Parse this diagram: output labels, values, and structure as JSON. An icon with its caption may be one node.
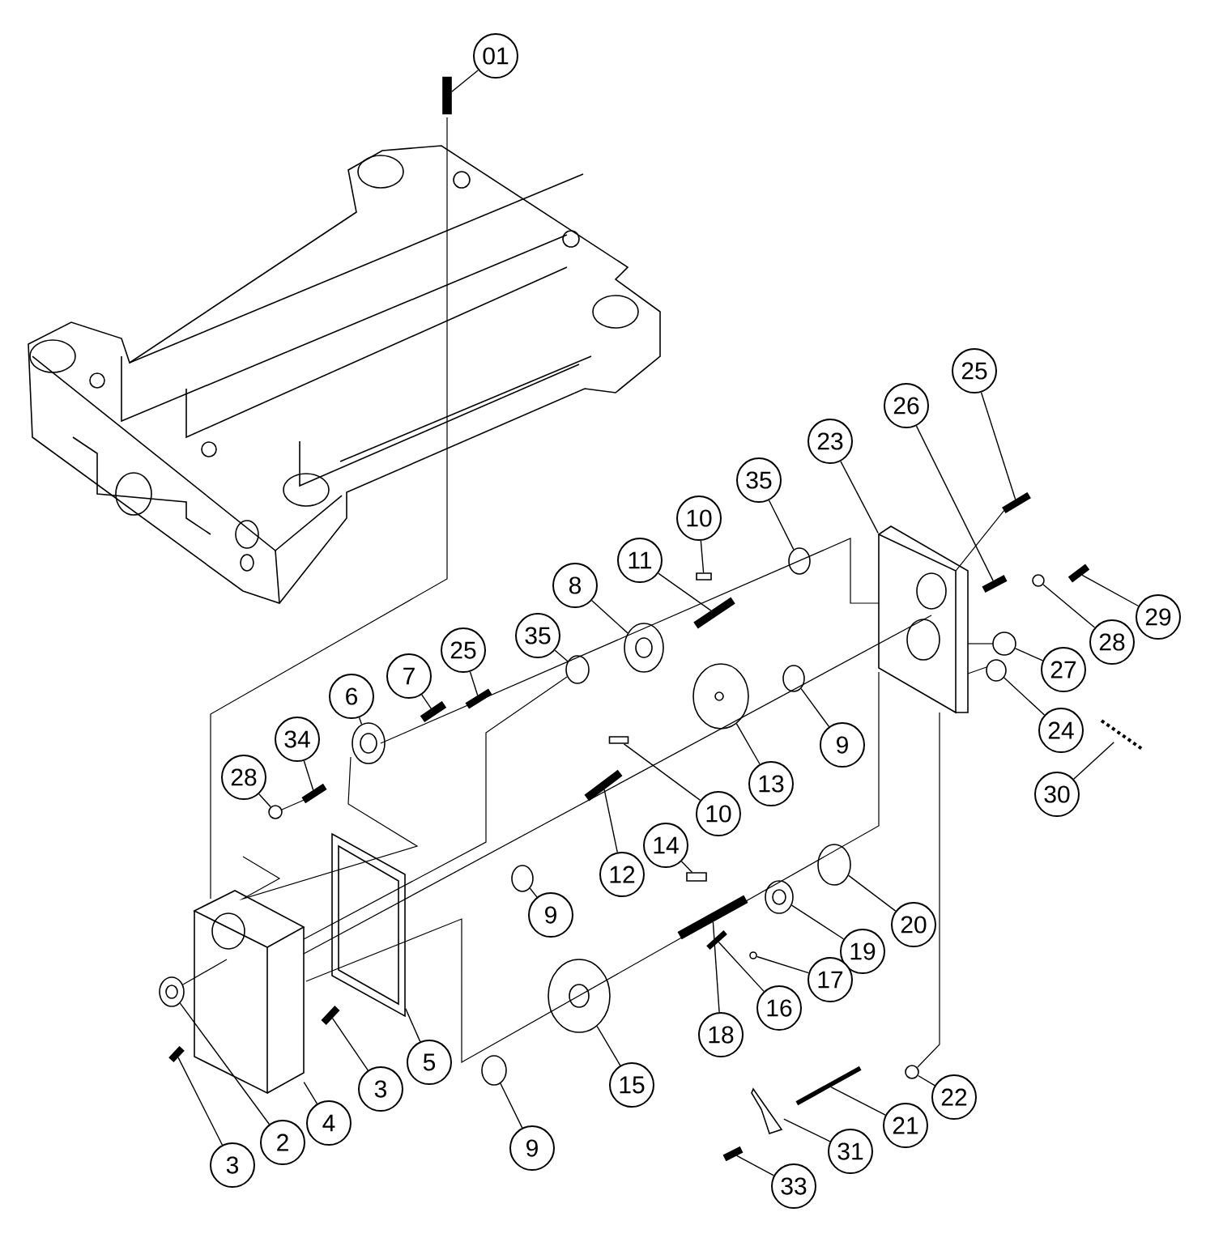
{
  "diagram": {
    "nodes": [
      {
        "text": [
          "01"
        ]
      },
      {
        "text": [
          "25"
        ]
      },
      {
        "text": [
          "26"
        ]
      },
      {
        "text": [
          "23"
        ]
      },
      {
        "text": [
          "35"
        ]
      },
      {
        "text": [
          "10"
        ]
      },
      {
        "text": [
          "11"
        ]
      },
      {
        "text": [
          "8"
        ]
      },
      {
        "text": [
          "29"
        ]
      },
      {
        "text": [
          "28"
        ]
      },
      {
        "text": [
          "35"
        ]
      },
      {
        "text": [
          "25"
        ]
      },
      {
        "text": [
          "27"
        ]
      },
      {
        "text": [
          "7"
        ]
      },
      {
        "text": [
          "6"
        ]
      },
      {
        "text": [
          "24"
        ]
      },
      {
        "text": [
          "34"
        ]
      },
      {
        "text": [
          "9"
        ]
      },
      {
        "text": [
          "28"
        ]
      },
      {
        "text": [
          "13"
        ]
      },
      {
        "text": [
          "30"
        ]
      },
      {
        "text": [
          "10"
        ]
      },
      {
        "text": [
          "14"
        ]
      },
      {
        "text": [
          "12"
        ]
      },
      {
        "text": [
          "9"
        ]
      },
      {
        "text": [
          "20"
        ]
      },
      {
        "text": [
          "19"
        ]
      },
      {
        "text": [
          "17"
        ]
      },
      {
        "text": [
          "16"
        ]
      },
      {
        "text": [
          "18"
        ]
      },
      {
        "text": [
          "5"
        ]
      },
      {
        "text": [
          "15"
        ]
      },
      {
        "text": [
          "3"
        ]
      },
      {
        "text": [
          "22"
        ]
      },
      {
        "text": [
          "4"
        ]
      },
      {
        "text": [
          "21"
        ]
      },
      {
        "text": [
          "2"
        ]
      },
      {
        "text": [
          "9"
        ]
      },
      {
        "text": [
          "31"
        ]
      },
      {
        "text": [
          "3"
        ]
      },
      {
        "text": [
          "33"
        ]
      },
      {
        "text": [],
        "shape": "bar"
      },
      {
        "text": [],
        "shape": "bar"
      },
      {
        "text": [],
        "shape": "bar"
      },
      {
        "text": [],
        "shape": "picture"
      },
      {
        "text": [],
        "shape": "circle"
      },
      {
        "text": [],
        "shape": "box"
      },
      {
        "text": [],
        "shape": "bar"
      },
      {
        "text": [],
        "shape": "circle"
      },
      {
        "text": [],
        "shape": "bar"
      },
      {
        "text": [],
        "shape": "circle"
      },
      {
        "text": [],
        "shape": "circle"
      },
      {
        "text": [],
        "shape": "bar"
      },
      {
        "text": [],
        "shape": "circle"
      },
      {
        "text": [],
        "shape": "bar"
      },
      {
        "text": [],
        "shape": "circle"
      },
      {
        "text": [],
        "shape": "circle"
      },
      {
        "text": [],
        "shape": "bar"
      },
      {
        "text": [],
        "shape": "circle"
      },
      {
        "text": [],
        "shape": "circle"
      },
      {
        "text": [],
        "shape": "circle"
      },
      {
        "text": [],
        "shape": "picture"
      },
      {
        "text": [],
        "shape": "box"
      },
      {
        "text": [],
        "shape": "box"
      },
      {
        "text": [],
        "shape": "bar"
      },
      {
        "text": [],
        "shape": "circle"
      },
      {
        "text": [],
        "shape": "circle"
      },
      {
        "text": [],
        "shape": "circle"
      },
      {
        "text": [],
        "shape": "circle"
      },
      {
        "text": [],
        "shape": "bar"
      },
      {
        "text": [],
        "shape": "bar"
      },
      {
        "text": [],
        "shape": "picture"
      },
      {
        "text": [],
        "shape": "circle"
      },
      {
        "text": [],
        "shape": "bar"
      },
      {
        "text": [],
        "shape": "circle"
      },
      {
        "text": [],
        "shape": "picture"
      },
      {
        "text": [],
        "shape": "bar"
      },
      {
        "text": [],
        "shape": "circle"
      },
      {
        "text": [],
        "shape": "circle"
      },
      {
        "text": [],
        "shape": "picture"
      },
      {
        "text": [],
        "shape": "bar"
      },
      {
        "text": [],
        "shape": "bar"
      }
    ],
    "edges": [
      {
        "from": 0,
        "to": 41,
        "arrow": "none"
      },
      {
        "from": 1,
        "to": 42,
        "arrow": "none"
      },
      {
        "from": 2,
        "to": 43,
        "arrow": "none"
      },
      {
        "from": 3,
        "to": 44,
        "arrow": "none"
      },
      {
        "from": 4,
        "to": 45,
        "arrow": "none"
      },
      {
        "from": 5,
        "to": 46,
        "arrow": "none"
      },
      {
        "from": 6,
        "to": 47,
        "arrow": "none"
      },
      {
        "from": 7,
        "to": 48,
        "arrow": "none"
      },
      {
        "from": 8,
        "to": 49,
        "arrow": "none"
      },
      {
        "from": 9,
        "to": 50,
        "arrow": "none"
      },
      {
        "from": 10,
        "to": 51,
        "arrow": "none"
      },
      {
        "from": 11,
        "to": 52,
        "arrow": "none"
      },
      {
        "from": 12,
        "to": 53,
        "arrow": "none"
      },
      {
        "from": 13,
        "to": 54,
        "arrow": "none"
      },
      {
        "from": 14,
        "to": 55,
        "arrow": "none"
      },
      {
        "from": 15,
        "to": 56,
        "arrow": "none"
      },
      {
        "from": 16,
        "to": 57,
        "arrow": "none"
      },
      {
        "from": 17,
        "to": 58,
        "arrow": "none"
      },
      {
        "from": 18,
        "to": 59,
        "arrow": "none"
      },
      {
        "from": 19,
        "to": 60,
        "arrow": "none"
      },
      {
        "from": 20,
        "to": 61,
        "arrow": "none"
      },
      {
        "from": 21,
        "to": 62,
        "arrow": "none"
      },
      {
        "from": 22,
        "to": 63,
        "arrow": "none"
      },
      {
        "from": 23,
        "to": 64,
        "arrow": "none"
      },
      {
        "from": 24,
        "to": 65,
        "arrow": "none"
      },
      {
        "from": 25,
        "to": 66,
        "arrow": "none"
      },
      {
        "from": 26,
        "to": 67,
        "arrow": "none"
      },
      {
        "from": 27,
        "to": 68,
        "arrow": "none"
      },
      {
        "from": 28,
        "to": 69,
        "arrow": "none"
      },
      {
        "from": 29,
        "to": 70,
        "arrow": "none"
      },
      {
        "from": 30,
        "to": 71,
        "arrow": "none"
      },
      {
        "from": 31,
        "to": 72,
        "arrow": "none"
      },
      {
        "from": 32,
        "to": 73,
        "arrow": "none"
      },
      {
        "from": 33,
        "to": 74,
        "arrow": "none"
      },
      {
        "from": 34,
        "to": 75,
        "arrow": "none"
      },
      {
        "from": 35,
        "to": 76,
        "arrow": "none"
      },
      {
        "from": 36,
        "to": 77,
        "arrow": "none"
      },
      {
        "from": 37,
        "to": 78,
        "arrow": "none"
      },
      {
        "from": 38,
        "to": 79,
        "arrow": "none"
      },
      {
        "from": 39,
        "to": 80,
        "arrow": "none"
      },
      {
        "from": 40,
        "to": 81,
        "arrow": "none"
      }
    ]
  }
}
